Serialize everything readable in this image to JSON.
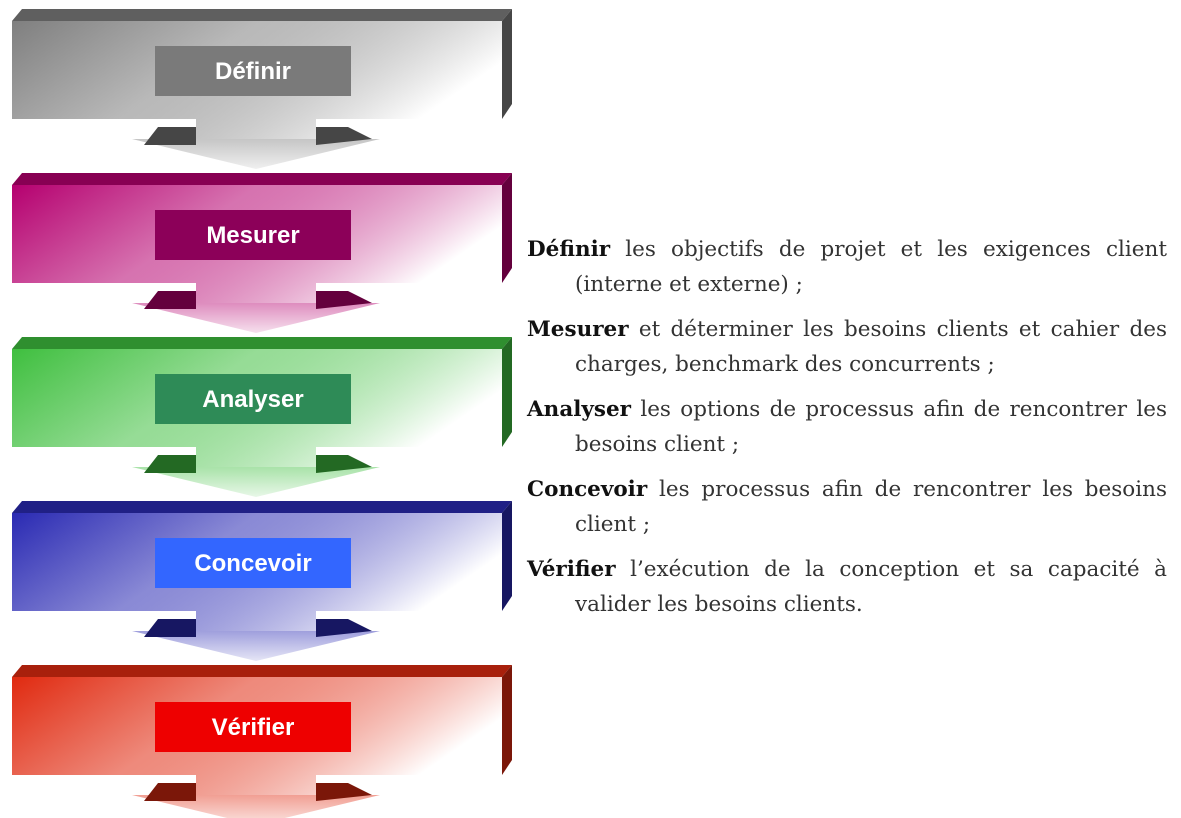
{
  "steps": [
    {
      "label": "Définir",
      "color": "#7f7f7f",
      "label_bg": "#7a7a7a"
    },
    {
      "label": "Mesurer",
      "color": "#b5006f",
      "label_bg": "#8c0059"
    },
    {
      "label": "Analyser",
      "color": "#3fbf3f",
      "label_bg": "#2e8b57"
    },
    {
      "label": "Concevoir",
      "color": "#2a2ab3",
      "label_bg": "#3366ff"
    },
    {
      "label": "Vérifier",
      "color": "#e02a10",
      "label_bg": "#ee0000"
    }
  ],
  "descriptions": [
    {
      "term": "Définir",
      "text": " les objectifs de projet et les exigences client (interne et externe) ;"
    },
    {
      "term": "Mesurer",
      "text": " et déterminer les besoins clients et cahier des charges, benchmark des concurrents ;"
    },
    {
      "term": "Analyser",
      "text": " les options de processus afin de rencontrer les besoins client ;"
    },
    {
      "term": "Concevoir",
      "text": " les processus afin de rencontrer les besoins client ;"
    },
    {
      "term": "Vérifier",
      "text": " l’exécution de la conception et sa capacité à valider les besoins clients."
    }
  ]
}
